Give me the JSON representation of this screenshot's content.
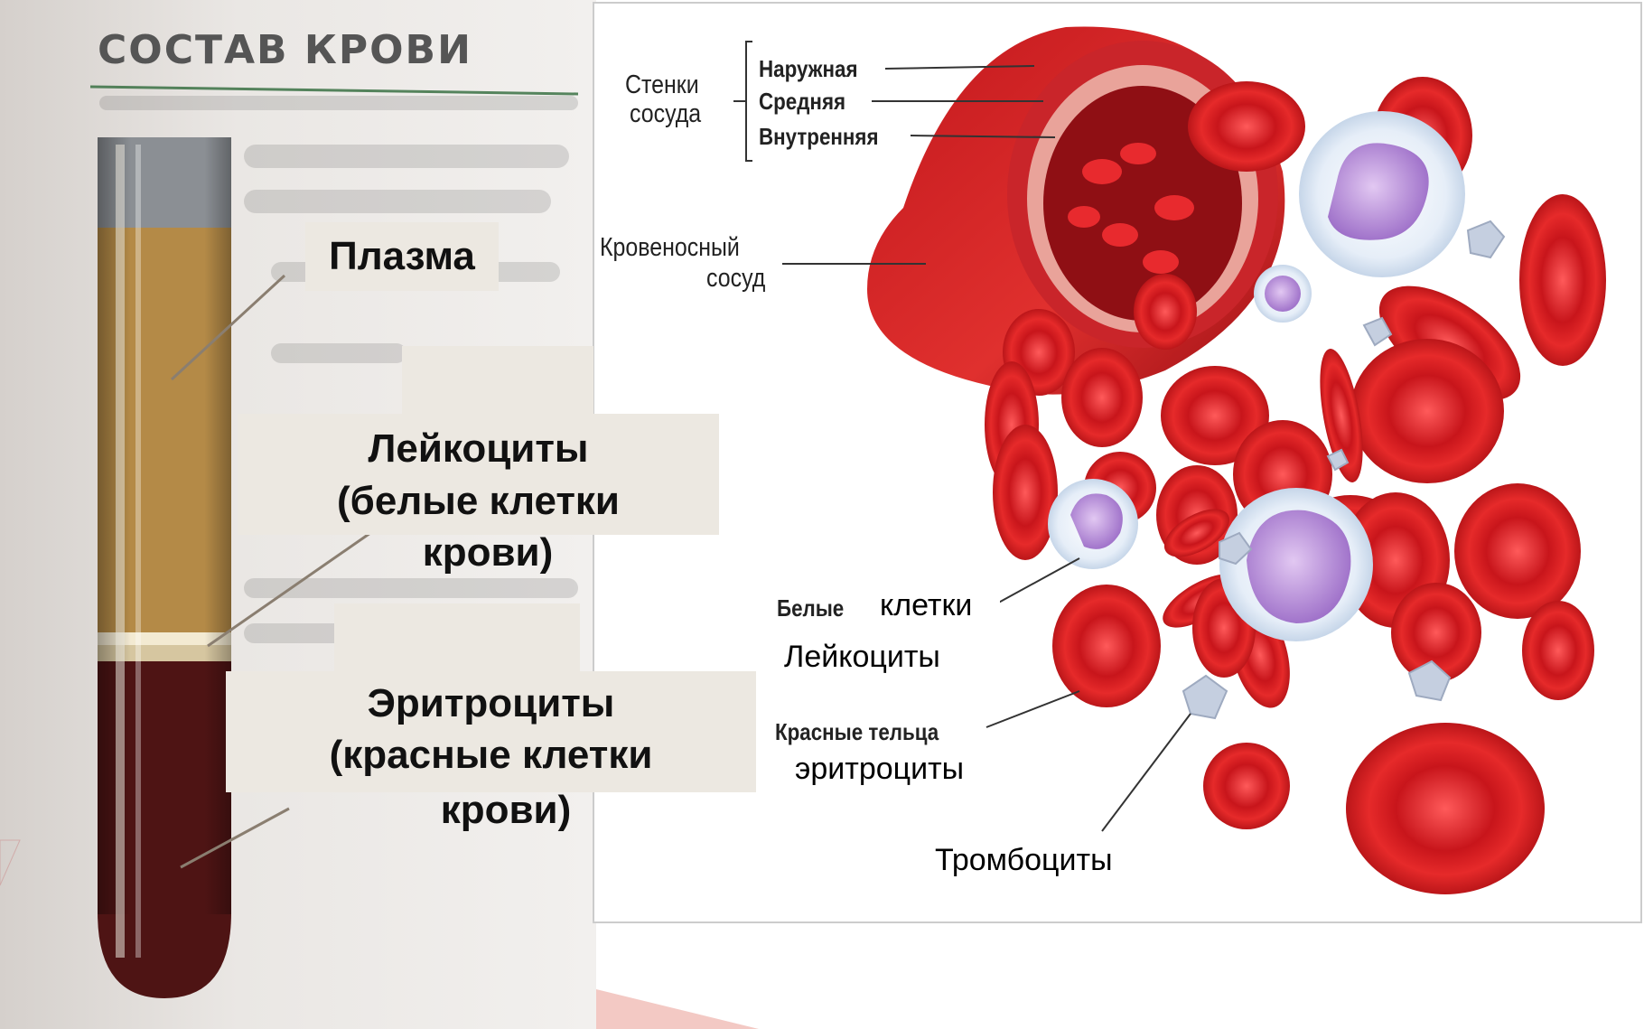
{
  "left_panel": {
    "heading": "СОСТАВ КРОВИ",
    "labels": {
      "plasma": "Плазма",
      "leukocytes": [
        "Лейкоциты",
        "(белые клетки",
        "крови)"
      ],
      "erythrocytes": [
        "Эритроциты",
        "(красные клетки",
        "крови)"
      ]
    }
  },
  "right_panel": {
    "vessel_walls": {
      "group_label": [
        "Стенки",
        "сосуда"
      ],
      "layers": [
        "Наружная",
        "Средняя",
        "Внутренняя"
      ]
    },
    "blood_vessel": [
      "Кровеносный",
      "сосуд"
    ],
    "white_cells": {
      "word1": "Белые",
      "word2": "клетки",
      "subtitle": "Лейкоциты"
    },
    "red_cells": {
      "title": "Красные тельца",
      "subtitle": "эритроциты"
    },
    "platelets": "Тромбоциты"
  },
  "colors": {
    "plasma": "#b8904a",
    "red_blood": "#d81a1f",
    "dark_blood": "#4e1414",
    "label_box": "#ece8e1",
    "leukocyte": "#c7a6e0"
  }
}
